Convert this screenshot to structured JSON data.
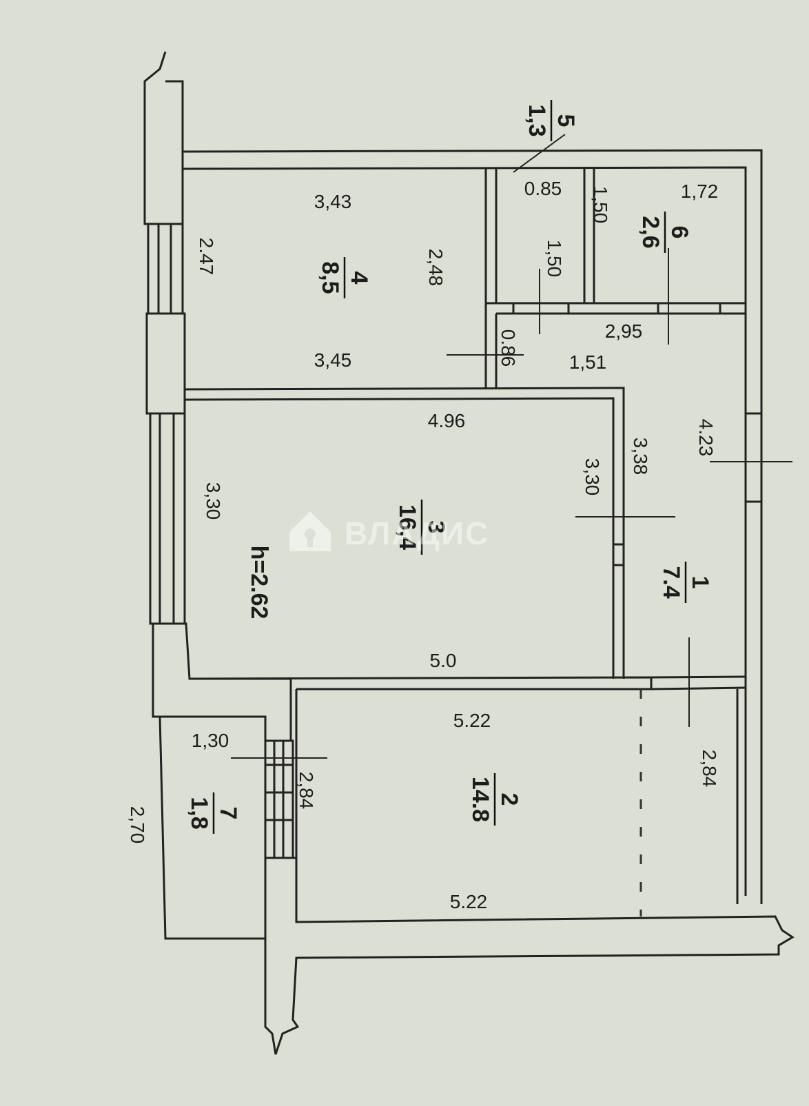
{
  "plan": {
    "ceiling_height": "h=2.62",
    "rooms": [
      {
        "number": "1",
        "area": "7.4"
      },
      {
        "number": "2",
        "area": "14.8"
      },
      {
        "number": "3",
        "area": "16,4"
      },
      {
        "number": "4",
        "area": "8,5"
      },
      {
        "number": "5",
        "area": "1,3"
      },
      {
        "number": "6",
        "area": "2,6"
      },
      {
        "number": "7",
        "area": "1,8"
      }
    ],
    "dimensions": {
      "r4_top": "3,43",
      "r4_bottom": "3,45",
      "r4_left": "2.47",
      "r4_right": "2,48",
      "r5_width": "0.85",
      "r5_height": "1,50",
      "r6_height": "1,50",
      "r6_width": "1,72",
      "hall_top": "2,95",
      "hall_mid": "1,51",
      "hall_short": "0.86",
      "hall_wall": "3,38",
      "hall_right": "4.23",
      "r3_top": "4.96",
      "r3_bottom": "5.0",
      "r3_left": "3,30",
      "r3_right": "3,30",
      "r2_top": "5.22",
      "r2_bottom": "5.22",
      "r2_left": "2,84",
      "r2_right": "2,84",
      "r7_width": "1,30",
      "r7_length": "2,70"
    }
  },
  "watermark": {
    "text": "ВЛАДИС",
    "icon": "home-icon"
  }
}
